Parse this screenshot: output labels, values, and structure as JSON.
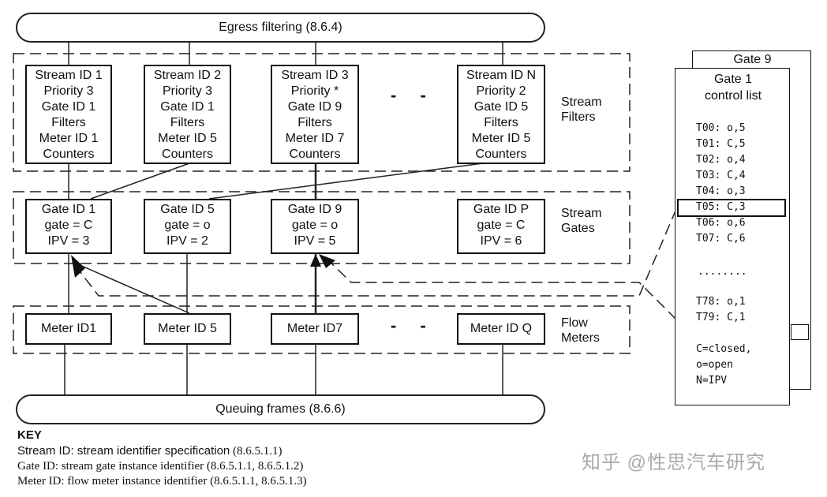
{
  "egress_label": "Egress filtering (8.6.4)",
  "queuing_label": "Queuing frames (8.6.6)",
  "groups": {
    "filters": [
      "Stream",
      "Filters"
    ],
    "gates": [
      "Stream",
      "Gates"
    ],
    "meters": [
      "Flow",
      "Meters"
    ]
  },
  "ellipsis": "- -",
  "filters": [
    [
      "Stream ID 1",
      "Priority 3",
      "Gate ID 1",
      "Filters",
      "Meter ID 1",
      "Counters"
    ],
    [
      "Stream ID 2",
      "Priority 3",
      "Gate ID 1",
      "Filters",
      "Meter ID 5",
      "Counters"
    ],
    [
      "Stream ID 3",
      "Priority *",
      "Gate ID 9",
      "Filters",
      "Meter ID 7",
      "Counters"
    ],
    [
      "Stream ID N",
      "Priority 2",
      "Gate ID 5",
      "Filters",
      "Meter ID 5",
      "Counters"
    ]
  ],
  "gates": [
    [
      "Gate ID 1",
      "gate = C",
      "IPV = 3"
    ],
    [
      "Gate ID 5",
      "gate = o",
      "IPV = 2"
    ],
    [
      "Gate ID 9",
      "gate = o",
      "IPV = 5"
    ],
    [
      "Gate ID P",
      "gate = C",
      "IPV = 6"
    ]
  ],
  "meters": [
    "Meter ID1",
    "Meter ID 5",
    "Meter ID7",
    "Meter ID Q"
  ],
  "control_list": {
    "back_title": "Gate 9",
    "title_line1": "Gate 1",
    "title_line2": "control list",
    "entries": [
      "T00: o,5",
      "T01: C,5",
      "T02: o,4",
      "T03: C,4",
      "T04: o,3",
      "T05: C,3",
      "T06: o,6",
      "T07: C,6"
    ],
    "dots": "........",
    "tail_entries": [
      "T78: o,1",
      "T79: C,1"
    ],
    "legend": [
      "C=closed,",
      "o=open",
      "N=IPV"
    ]
  },
  "key": {
    "title": "KEY",
    "lines": [
      {
        "term": "Stream ID: stream identifier specification",
        "ref": " (8.6.5.1.1)"
      },
      {
        "term": "Gate ID: stream gate instance identifier",
        "ref": " (8.6.5.1.1, 8.6.5.1.2)"
      },
      {
        "term": "Meter ID: flow meter instance identifier",
        "ref": " (8.6.5.1.1, 8.6.5.1.3)"
      }
    ]
  },
  "watermark": "知乎 @性思汽车研究"
}
